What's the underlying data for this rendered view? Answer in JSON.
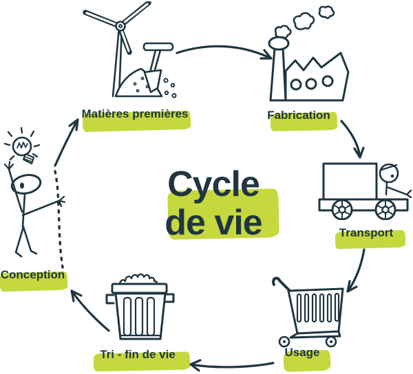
{
  "colors": {
    "ink": "#1f3540",
    "highlight": "#c5d83e"
  },
  "title": {
    "line1": "Cycle",
    "line2": "de vie"
  },
  "stages": [
    {
      "id": "matieres-premieres",
      "label": "Matières premières",
      "icon": "wind-turbine-shovel-icon"
    },
    {
      "id": "fabrication",
      "label": "Fabrication",
      "icon": "factory-icon"
    },
    {
      "id": "transport",
      "label": "Transport",
      "icon": "delivery-truck-icon"
    },
    {
      "id": "usage",
      "label": "Usage",
      "icon": "shopping-cart-icon"
    },
    {
      "id": "tri-fin-de-vie",
      "label": "Tri - fin de vie",
      "icon": "trash-bin-icon"
    },
    {
      "id": "conception",
      "label": "Conception",
      "icon": "person-lightbulb-icon"
    }
  ],
  "cycle_order": [
    "conception",
    "matieres-premieres",
    "fabrication",
    "transport",
    "usage",
    "tri-fin-de-vie"
  ]
}
